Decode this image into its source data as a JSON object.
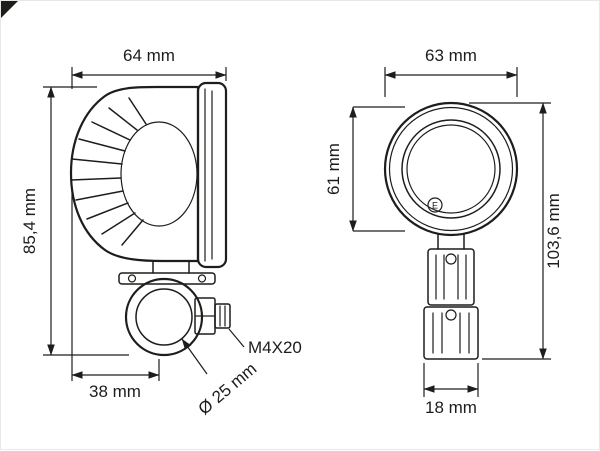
{
  "colors": {
    "line": "#1d1d1b",
    "background": "#ffffff"
  },
  "side_view": {
    "dim_width": "64 mm",
    "dim_height": "85,4 mm",
    "dim_base_width": "38 mm",
    "clamp_bore_label": "Ø 25 mm",
    "bolt_label": "M4X20"
  },
  "front_view": {
    "dim_width": "63 mm",
    "dim_lens_height": "61 mm",
    "dim_total_height": "103,6 mm",
    "dim_bracket_width": "18 mm",
    "approval_mark": "E"
  }
}
